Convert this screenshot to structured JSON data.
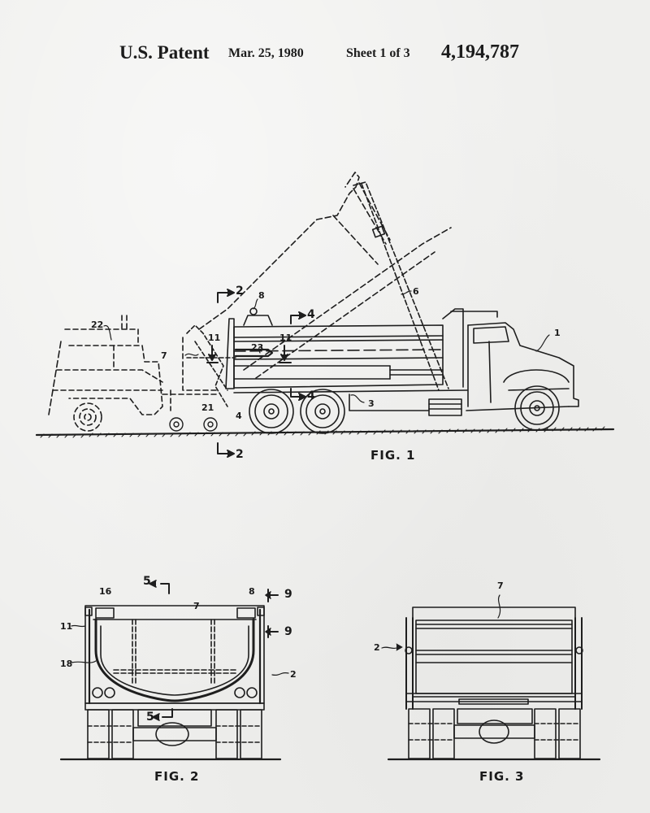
{
  "header": {
    "title": "U.S. Patent",
    "date": "Mar. 25, 1980",
    "sheet": "Sheet 1 of 3",
    "patent_number": "4,194,787"
  },
  "figures": {
    "fig1": {
      "caption": "FIG. 1",
      "labels": {
        "truck": "1",
        "frame": "3",
        "hoist": "6",
        "tailgate": "7",
        "hinge": "8",
        "paver": "22",
        "hopper": "21",
        "hitch": "4",
        "ram": "23",
        "section_11a": "11",
        "section_11b": "11",
        "section_2_top": "2",
        "section_2_bottom": "2",
        "section_4_top": "4",
        "section_4_bottom": "4"
      }
    },
    "fig2": {
      "caption": "FIG. 2",
      "labels": {
        "section_5_top": "5",
        "section_5_bottom": "5",
        "latch_box": "16",
        "hinge": "8",
        "tailgate": "7",
        "side_11": "11",
        "arm_18": "18",
        "body_2": "2",
        "section_9a": "9",
        "section_9b": "9"
      }
    },
    "fig3": {
      "caption": "FIG. 3",
      "labels": {
        "tailgate": "7",
        "body_2": "2"
      }
    }
  },
  "colors": {
    "paper": "#efefed",
    "ink": "#1e1e1e"
  }
}
